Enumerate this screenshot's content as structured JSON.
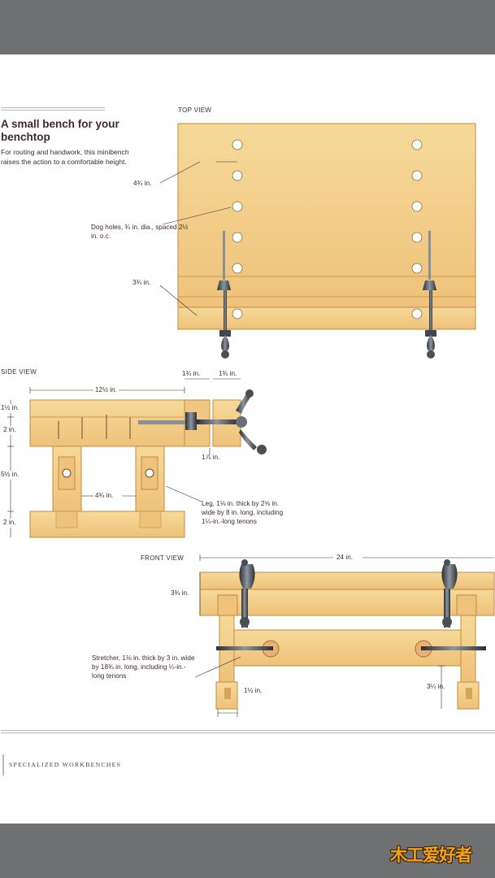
{
  "header": {
    "title": "A small bench for your benchtop",
    "subtitle": "For routing and handwork, this minibench raises the action to a comfortable height."
  },
  "views": {
    "top": "TOP VIEW",
    "side": "SIDE VIEW",
    "front": "FRONT VIEW"
  },
  "top_view": {
    "dim_top_spacing": "4¾ in.",
    "dog_holes_note": "Dog holes, ¾ in. dia., spaced 2½ in. o.c.",
    "dim_jaw": "3¾ in."
  },
  "side_view": {
    "dim_length": "12½ in.",
    "dim_a": "1¾ in.",
    "dim_b": "1¾ in.",
    "dim_top": "1½ in.",
    "dim_apron": "2 in.",
    "dim_leg_height": "5½ in.",
    "dim_foot": "2 in.",
    "dim_screw": "1⅞ in.",
    "dim_leg_gap": "4¾ in.",
    "leg_note": "Leg, 1⅛ in. thick by 2⅝ in. wide by 8 in. long, including 1¼-in.-long tenons"
  },
  "front_view": {
    "dim_width": "24 in.",
    "dim_top_thick": "3¾ in.",
    "stretcher_note": "Stretcher, 1⅛ in. thick by 3 in. wide by 18¾ in. long, including ¼-in.-long tenons",
    "dim_leg_thick": "1½ in.",
    "dim_stretcher_h": "3¼ in."
  },
  "footer": {
    "section": "SPECIALIZED WORKBENCHES"
  },
  "watermark": "木工爱好者",
  "colors": {
    "bar": "#6f7072",
    "wood": "#f2cf8c",
    "wood_edge": "#c88c3e",
    "text": "#3d2a2e"
  }
}
